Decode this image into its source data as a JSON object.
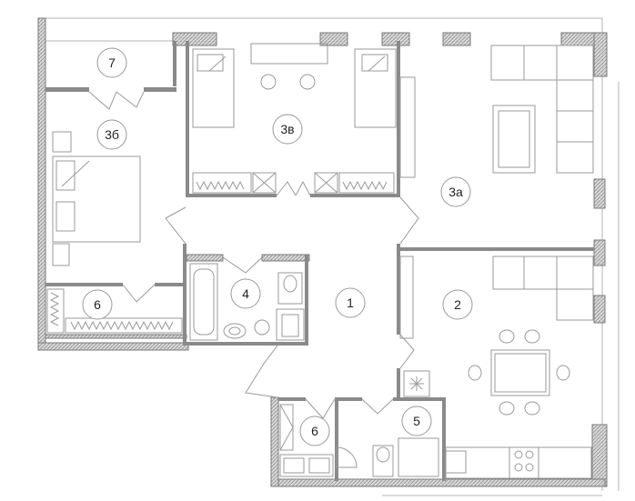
{
  "rooms": [
    {
      "id": "r7",
      "label": "7"
    },
    {
      "id": "r3b",
      "label": "3б"
    },
    {
      "id": "r3v",
      "label": "3в"
    },
    {
      "id": "r3a",
      "label": "3а"
    },
    {
      "id": "r6a",
      "label": "6"
    },
    {
      "id": "r4",
      "label": "4"
    },
    {
      "id": "r1",
      "label": "1"
    },
    {
      "id": "r2",
      "label": "2"
    },
    {
      "id": "r6b",
      "label": "6"
    },
    {
      "id": "r5",
      "label": "5"
    }
  ],
  "colors": {
    "wall": "#a9a9a9",
    "line": "#9a9a9a",
    "background": "#ffffff"
  }
}
